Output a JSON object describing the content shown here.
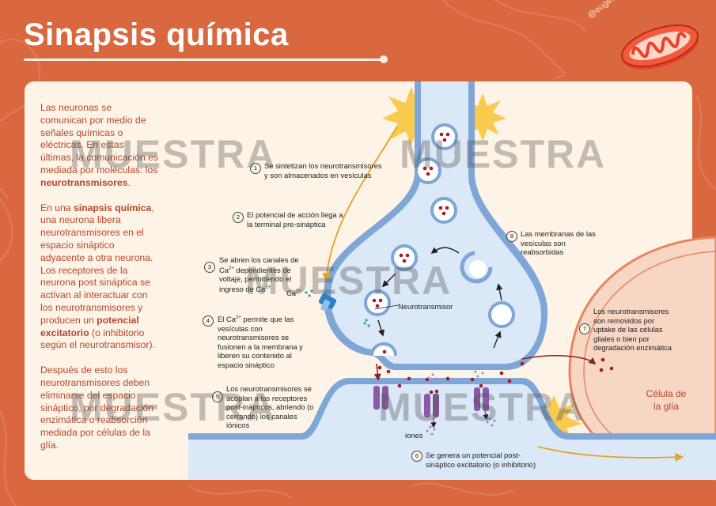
{
  "title": "Sinapsis química",
  "handle": "@euge.mitocondria",
  "intro": {
    "p1_a": "Las neuronas se comunican por medio de señales químicas o eléctricas. En estas últimas, la comunicación es mediada por moléculas: los ",
    "p1_b": "neurotransmisores",
    "p1_c": ".",
    "p2_a": "En una ",
    "p2_b": "sinapsis química",
    "p2_c": ", una neurona libera neurotransmisores en el espacio sináptico adyacente a otra neurona. Los receptores de la neurona post sináptica se activan al interactuar con los neurotransmisores y producen un ",
    "p2_d": "potencial excitatorio",
    "p2_e": " (o inhibitorio según el neurotransmisor).",
    "p3": "Después de esto los neurotransmisores deben eliminarse del espacio sináptico, por degradación enzimática o reabsorción mediada por células de la glía."
  },
  "steps": [
    {
      "num": "1",
      "text": "Se sintetizan los neurotransmisores y son almacenados en vesículas"
    },
    {
      "num": "2",
      "text": "El potencial de acción llega a la terminal pre-sináptica"
    },
    {
      "num": "3",
      "text_a": "Se abren los canales de Ca",
      "text_b": " dependientes de voltaje, permitiendo el ingreso de Ca"
    },
    {
      "num": "4",
      "text_a": "El Ca",
      "text_b": " permite que las vesículas con neurotransmisores se fusionen a la membrana y liberen su contenido al espacio sináptico"
    },
    {
      "num": "5",
      "text": "Los neurotransmisores se acoplan a los receptores post-inápticos, abriendo (o cerrando) los canales iónicos"
    },
    {
      "num": "6",
      "text": "Se genera un potencial post-sináptico excitatorio (o inhibitorio)"
    },
    {
      "num": "7",
      "text": "Los neurotransmisores son removidos por uptake de las células gliales o bien por degradación enzimática"
    },
    {
      "num": "8",
      "text": "Las membranas de las vesículas son reabsorbidas"
    }
  ],
  "superscript": "2+",
  "labels": {
    "ca": "Ca",
    "neurotransmitter": "Neurotransmisor",
    "ions": "iones",
    "glia": "Célula de la glía"
  },
  "watermark": "MUESTRA",
  "colors": {
    "background": "#d9683f",
    "card": "#fdf4e7",
    "text_accent": "#b5462a",
    "membrane": "#7ea6d6",
    "cytoplasm": "#dbe8f7",
    "vesicle_dot": "#a8192e"
  }
}
